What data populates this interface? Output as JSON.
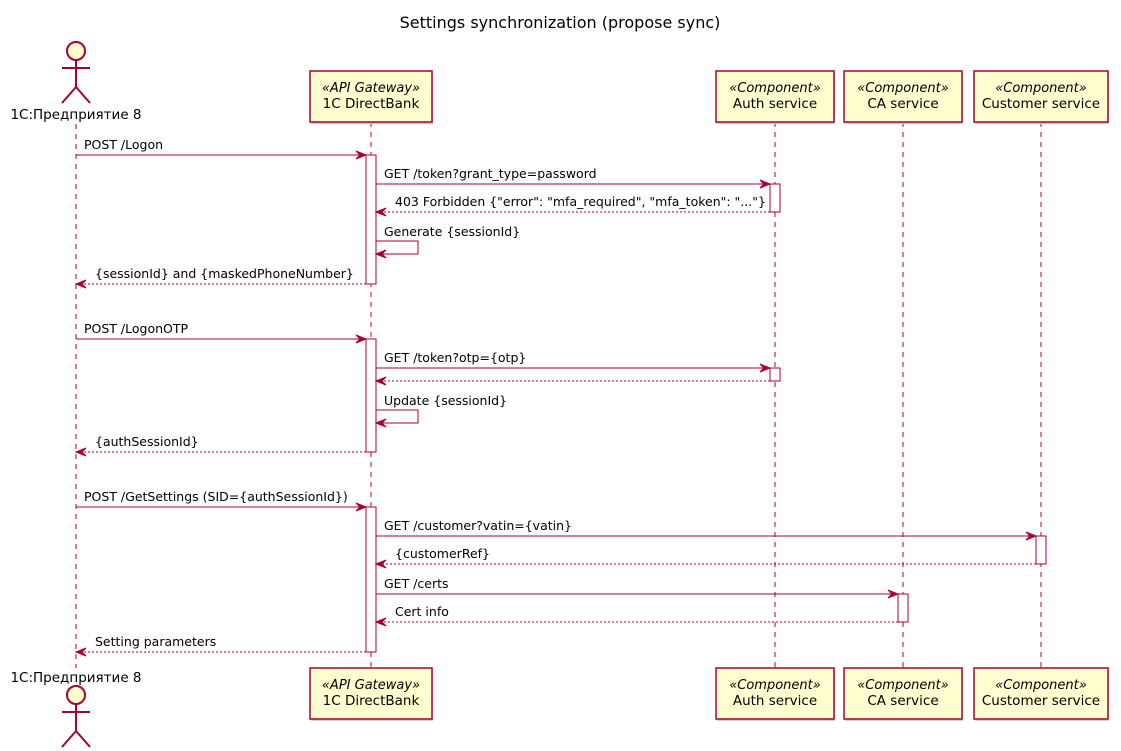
{
  "title": "Settings synchronization (propose sync)",
  "participants": [
    {
      "id": "actor",
      "kind": "actor",
      "name": "1С:Предприятие 8"
    },
    {
      "id": "gateway",
      "kind": "box",
      "stereotype": "«API Gateway»",
      "name": "1C DirectBank"
    },
    {
      "id": "auth",
      "kind": "box",
      "stereotype": "«Component»",
      "name": "Auth service"
    },
    {
      "id": "ca",
      "kind": "box",
      "stereotype": "«Component»",
      "name": "CA service"
    },
    {
      "id": "customer",
      "kind": "box",
      "stereotype": "«Component»",
      "name": "Customer service"
    }
  ],
  "messages": [
    {
      "from": "actor",
      "to": "gateway",
      "label": "POST /Logon",
      "style": "solid"
    },
    {
      "from": "gateway",
      "to": "auth",
      "label": "GET /token?grant_type=password",
      "style": "solid"
    },
    {
      "from": "auth",
      "to": "gateway",
      "label": "403 Forbidden {\"error\": \"mfa_required\", \"mfa_token\": \"...\"}",
      "style": "dashed"
    },
    {
      "from": "gateway",
      "to": "gateway",
      "label": "Generate {sessionId}",
      "style": "self"
    },
    {
      "from": "gateway",
      "to": "actor",
      "label": "{sessionId} and {maskedPhoneNumber}",
      "style": "dashed"
    },
    {
      "from": "actor",
      "to": "gateway",
      "label": "POST /LogonOTP",
      "style": "solid"
    },
    {
      "from": "gateway",
      "to": "auth",
      "label": "GET /token?otp={otp}",
      "style": "solid"
    },
    {
      "from": "auth",
      "to": "gateway",
      "label": "",
      "style": "dashed"
    },
    {
      "from": "gateway",
      "to": "gateway",
      "label": "Update {sessionId}",
      "style": "self"
    },
    {
      "from": "gateway",
      "to": "actor",
      "label": "{authSessionId}",
      "style": "dashed"
    },
    {
      "from": "actor",
      "to": "gateway",
      "label": "POST /GetSettings (SID={authSessionId})",
      "style": "solid"
    },
    {
      "from": "gateway",
      "to": "customer",
      "label": "GET /customer?vatin={vatin}",
      "style": "solid"
    },
    {
      "from": "customer",
      "to": "gateway",
      "label": "{customerRef}",
      "style": "dashed"
    },
    {
      "from": "gateway",
      "to": "ca",
      "label": "GET /certs",
      "style": "solid"
    },
    {
      "from": "ca",
      "to": "gateway",
      "label": "Cert info",
      "style": "dashed"
    },
    {
      "from": "gateway",
      "to": "actor",
      "label": "Setting parameters",
      "style": "dashed"
    }
  ],
  "colors": {
    "line": "#A80036",
    "fill": "#FEFECE"
  }
}
